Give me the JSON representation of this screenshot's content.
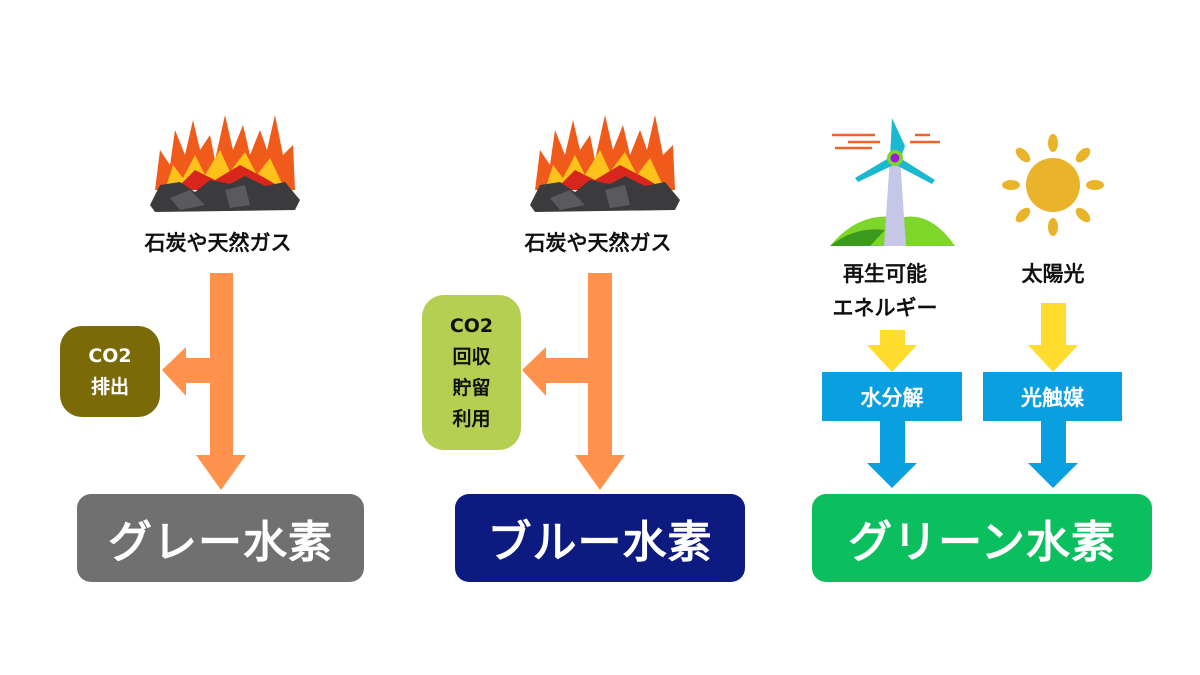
{
  "columns": [
    {
      "source": "石炭や天然ガス",
      "branch_lines": [
        "CO2",
        "排出"
      ],
      "result": "グレー水素",
      "result_color": "#707070",
      "branch_color": "#7a6a08"
    },
    {
      "source": "石炭や天然ガス",
      "branch_lines": [
        "CO2",
        "回収",
        "貯留",
        "利用"
      ],
      "result": "ブルー水素",
      "result_color": "#0d1a80",
      "branch_color": "#b5cf52"
    },
    {
      "sources": [
        {
          "lines": [
            "再生可能",
            "エネルギー"
          ],
          "process": "水分解"
        },
        {
          "lines": [
            "太陽光"
          ],
          "process": "光触媒"
        }
      ],
      "result": "グリーン水素",
      "result_color": "#0bbf5e"
    }
  ],
  "colors": {
    "orange_arrow": "#ff924d",
    "yellow_arrow": "#ffdc2e",
    "blue_arrow": "#0aa0e0"
  }
}
